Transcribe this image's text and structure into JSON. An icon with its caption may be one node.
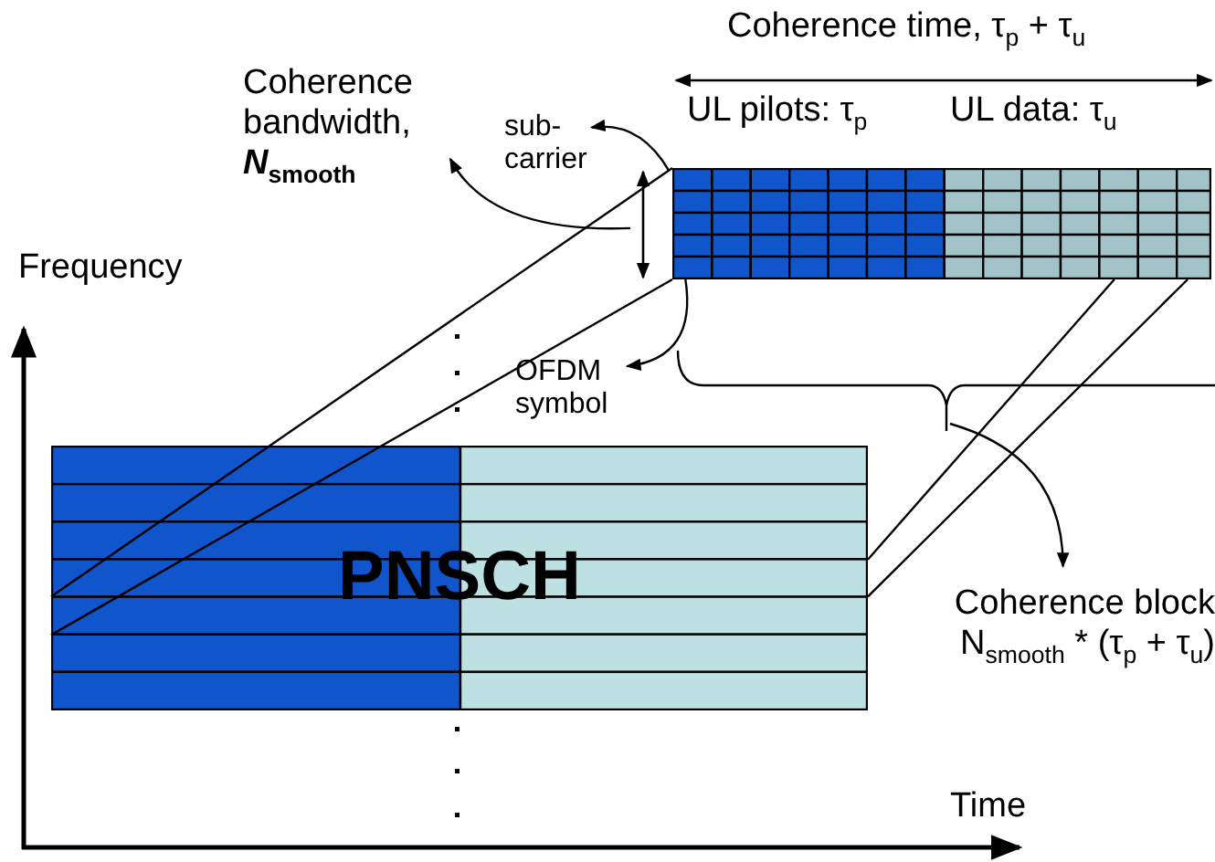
{
  "diagram": {
    "nodes": [
      {
        "text": [
          "Coherence bandwidth, **N**$_{smooth}$"
        ]
      },
      {
        "text": [
          "sub-carrier"
        ]
      },
      {
        "text": [
          "OFDM symbol"
        ]
      },
      {
        "text": [
          "Coherence block",
          "N$_{smooth}$ * (τ$_{p}$ + τ$_{u}$)"
        ]
      },
      {
        "text": [],
        "shape": "box"
      },
      {
        "text": [
          "PNSCH"
        ]
      }
    ],
    "edges": [
      {
        "from": 4,
        "to": 0,
        "arrow": "to"
      },
      {
        "from": 4,
        "to": 1,
        "arrow": "to"
      },
      {
        "from": 4,
        "to": 2,
        "arrow": "to"
      },
      {
        "from": null,
        "to": 3,
        "arrow": "to"
      },
      {
        "from": 4,
        "to": 5,
        "arrow": "none"
      },
      {
        "from": 4,
        "to": 5,
        "arrow": "none"
      },
      {
        "from": 4,
        "to": 5,
        "arrow": "none"
      },
      {
        "from": 4,
        "to": 5,
        "arrow": "none"
      }
    ],
    "labels": [
      "Coherence time, τ$_{p}$ + τ$_{u}$",
      "UL pilots: τ$_{p}$",
      "UL data: τ$_{u}$",
      "Frequency",
      "Time"
    ]
  }
}
